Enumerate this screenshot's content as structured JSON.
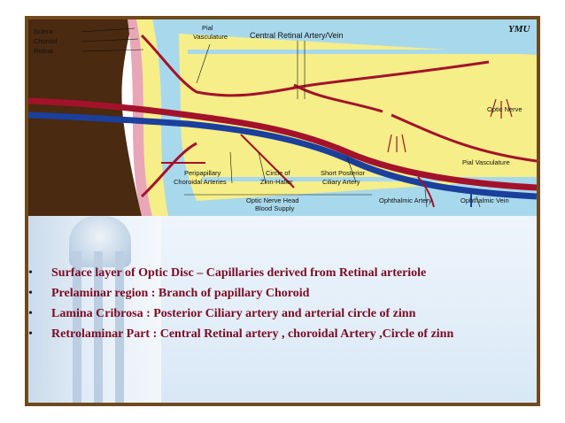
{
  "diagram": {
    "labels": {
      "sclera": "Sclera",
      "choroid": "Choroid",
      "retina": "Retina",
      "pial_vasculature_top_1": "Pial",
      "pial_vasculature_top_2": "Vasculature",
      "central_retinal": "Central Retinal Artery/Vein",
      "logo": "YMU",
      "optic_nerve": "Optic Nerve",
      "pial_vasculature_right": "Pial Vasculature",
      "peripapillary_1": "Peripapillary",
      "peripapillary_2": "Choroidal Arteries",
      "circle_zinn_1": "Circle of",
      "circle_zinn_2": "Zinn-Haller",
      "short_posterior_1": "Short Posterior",
      "short_posterior_2": "Ciliary Artery",
      "optic_nerve_head_1": "Optic Nerve Head",
      "optic_nerve_head_2": "Blood Supply",
      "ophthalmic_artery": "Ophthalmic Artery",
      "ophthalmic_vein": "Ophthalmic Vein"
    },
    "colors": {
      "nerve": "#f6ee88",
      "artery": "#a3122a",
      "vein": "#1b3f9c",
      "sheath": "#a8d8ec",
      "choroid_brown": "#5a3414"
    }
  },
  "bullets": [
    "Surface layer of Optic Disc – Capillaries derived from Retinal arteriole",
    "Prelaminar region : Branch of papillary Choroid",
    "Lamina Cribrosa : Posterior Ciliary artery and arterial circle of zinn",
    "Retrolaminar Part : Central Retinal artery , choroidal Artery ,Circle of zinn"
  ],
  "bullet_symbol": "•"
}
